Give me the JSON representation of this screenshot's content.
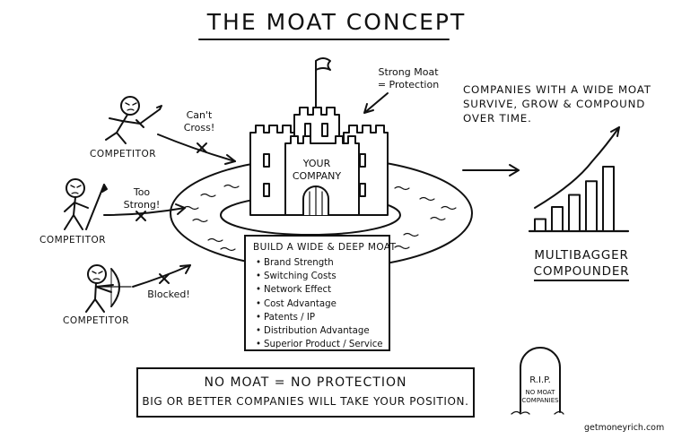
{
  "title": "THE MOAT CONCEPT",
  "castle": {
    "label_line1": "YOUR",
    "label_line2": "COMPANY"
  },
  "strong_moat_note": {
    "line1": "Strong Moat",
    "line2": "= Protection"
  },
  "competitors": [
    {
      "label": "COMPETITOR",
      "weapon": "sword-icon",
      "status_line1": "Can't",
      "status_line2": "Cross!"
    },
    {
      "label": "COMPETITOR",
      "weapon": "spear-icon",
      "status_line1": "Too",
      "status_line2": "Strong!"
    },
    {
      "label": "COMPETITOR",
      "weapon": "bow-icon",
      "status_line1": "Blocked!",
      "status_line2": ""
    }
  ],
  "moat_box": {
    "heading": "BUILD A WIDE & DEEP MOAT",
    "items": [
      "Brand Strength",
      "Switching Costs",
      "Network Effect",
      "Cost Advantage",
      "Patents / IP",
      "Distribution Advantage",
      "Superior Product / Service"
    ]
  },
  "right_text": {
    "line1": "COMPANIES WITH A WIDE MOAT",
    "line2": "SURVIVE, GROW & COMPOUND",
    "line3": "OVER TIME."
  },
  "multibagger": {
    "line1": "MULTIBAGGER",
    "line2": "COMPOUNDER"
  },
  "bottom_box": {
    "line1": "NO MOAT = NO PROTECTION",
    "line2": "BIG OR BETTER COMPANIES WILL TAKE YOUR POSITION."
  },
  "tombstone": {
    "line1": "R.I.P.",
    "line2": "NO MOAT",
    "line3": "COMPANIES"
  },
  "credit": "getmoneyrich.com",
  "bar_growth": [
    0.15,
    0.3,
    0.45,
    0.62,
    0.8
  ]
}
